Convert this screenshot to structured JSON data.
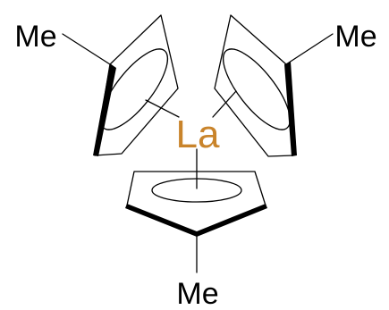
{
  "metal": {
    "symbol": "La",
    "color": "#c9842b"
  },
  "substituents": {
    "top_left": "Me",
    "top_right": "Me",
    "bottom": "Me"
  },
  "ligands": [
    {
      "name": "methylcyclopentadienyl",
      "position": "top-left"
    },
    {
      "name": "methylcyclopentadienyl",
      "position": "top-right"
    },
    {
      "name": "methylcyclopentadienyl",
      "position": "bottom"
    }
  ],
  "colors": {
    "bonds": "#000000",
    "background": "#ffffff"
  }
}
